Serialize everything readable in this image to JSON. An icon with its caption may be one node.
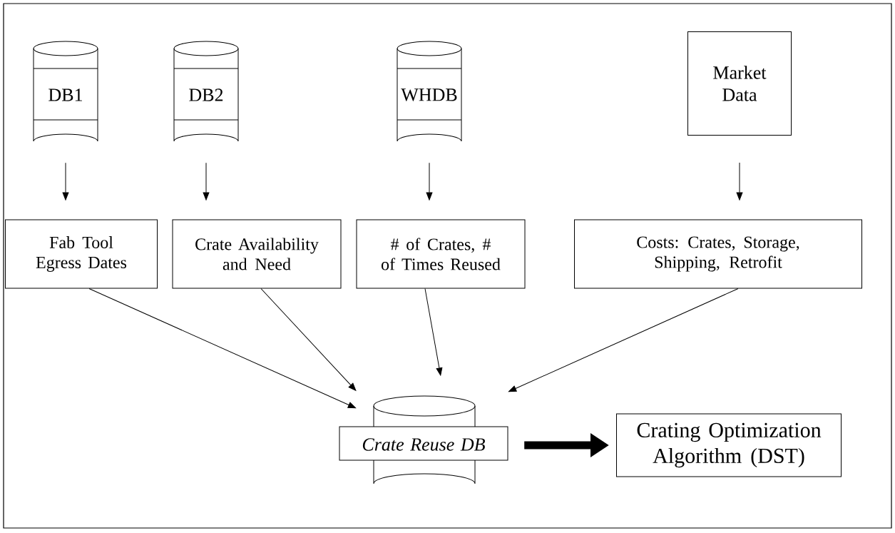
{
  "diagram": {
    "nodes": [
      {
        "text": [
          "DB1"
        ]
      },
      {
        "text": [
          "DB2"
        ]
      },
      {
        "text": [
          "WHDB"
        ]
      },
      {
        "text": [
          "Market Data"
        ]
      },
      {
        "text": [
          "Fab Tool Egress Dates"
        ]
      },
      {
        "text": [
          "Crate Availability and Need"
        ]
      },
      {
        "text": [
          "# of Crates, # of Times Reused"
        ]
      },
      {
        "text": [
          "Costs: Crates, Storage, Shipping, Retrofit"
        ]
      },
      {
        "text": [
          "Crate Reuse DB"
        ]
      },
      {
        "text": [
          "Crating Optimization Algorithm (DST)"
        ]
      }
    ],
    "edges": [
      {
        "from": 0,
        "to": 4,
        "arrow": "to"
      },
      {
        "from": 1,
        "to": 5,
        "arrow": "to"
      },
      {
        "from": 2,
        "to": 6,
        "arrow": "to"
      },
      {
        "from": 3,
        "to": 7,
        "arrow": "to"
      },
      {
        "from": 4,
        "to": 8,
        "arrow": "to"
      },
      {
        "from": 5,
        "to": 8,
        "arrow": "to"
      },
      {
        "from": 6,
        "to": 8,
        "arrow": "to"
      },
      {
        "from": 7,
        "to": 8,
        "arrow": "to"
      },
      {
        "from": 8,
        "to": 9,
        "arrow": "to",
        "style": "thick"
      }
    ]
  }
}
